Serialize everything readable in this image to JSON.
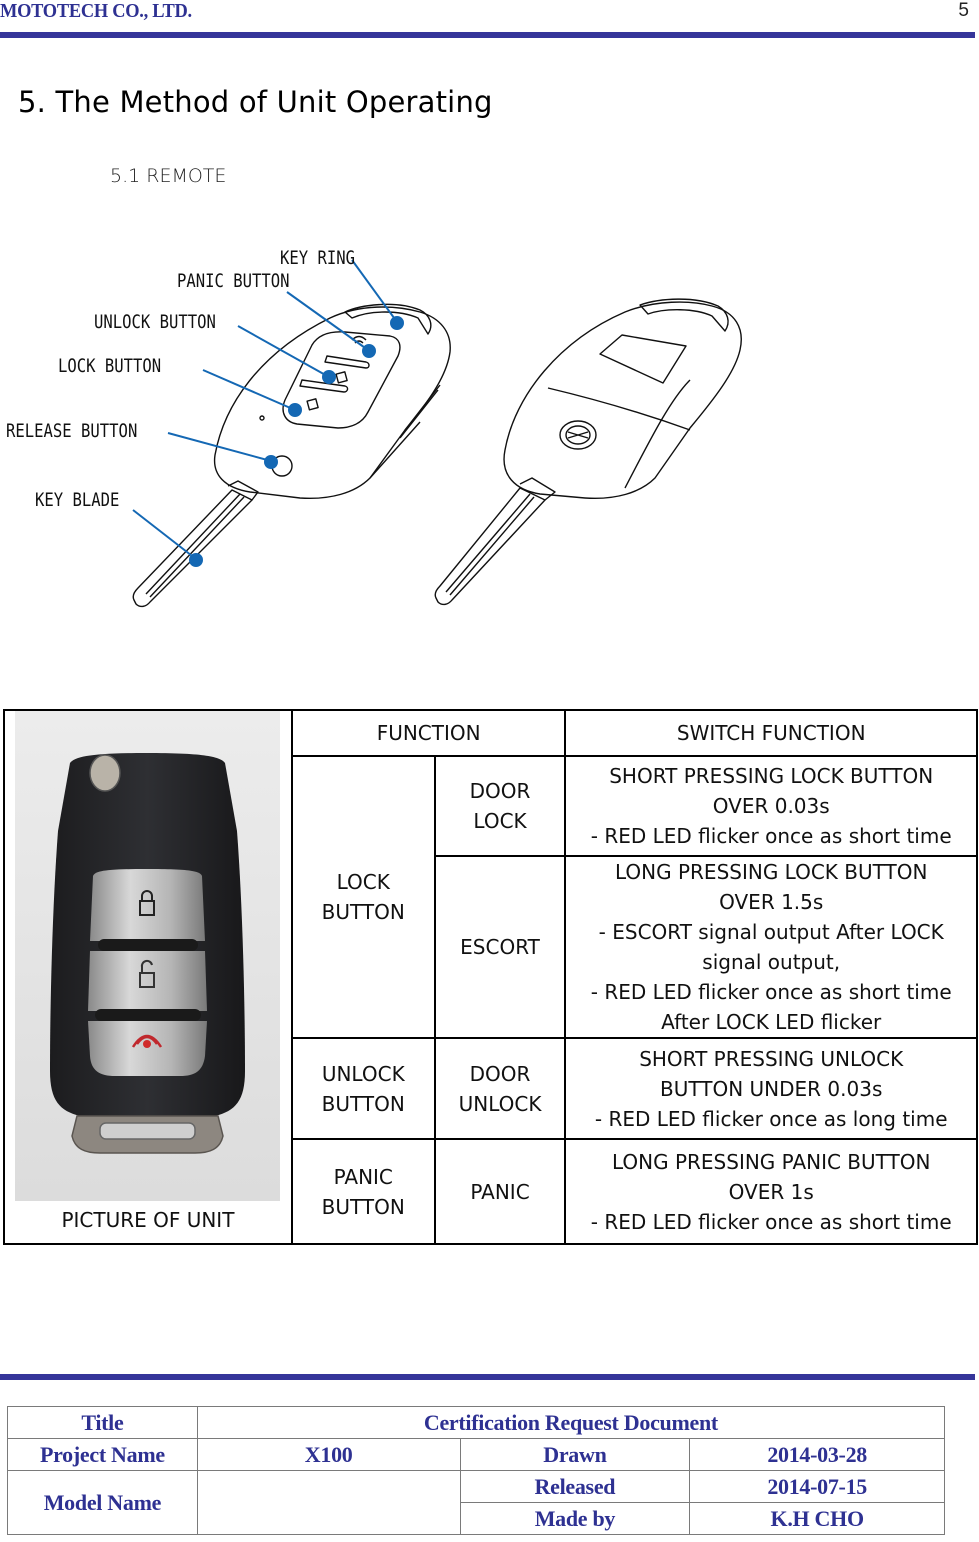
{
  "header": {
    "company": "MOTOTECH CO., LTD.",
    "page_number": "5",
    "rule_color": "#35359a"
  },
  "section": {
    "title": "5. The Method of Unit Operating",
    "subtitle": "5.1 REMOTE"
  },
  "diagram": {
    "callout_color": "#1468b4",
    "callouts": [
      {
        "label": "KEY RING"
      },
      {
        "label": "PANIC BUTTON"
      },
      {
        "label": "UNLOCK BUTTON"
      },
      {
        "label": "LOCK BUTTON"
      },
      {
        "label": "RELEASE BUTTON"
      },
      {
        "label": "KEY BLADE"
      }
    ]
  },
  "function_table": {
    "photo_caption": "PICTURE OF UNIT",
    "headers": {
      "function": "FUNCTION",
      "switch_function": "SWITCH FUNCTION"
    },
    "groups": [
      {
        "button": "LOCK\nBUTTON",
        "rows": [
          {
            "function": "DOOR\nLOCK",
            "description": [
              "SHORT PRESSING LOCK BUTTON",
              "OVER 0.03s",
              "- RED LED flicker once as short time"
            ]
          },
          {
            "function": "ESCORT",
            "description": [
              "LONG PRESSING LOCK BUTTON",
              "OVER 1.5s",
              "- ESCORT signal output After LOCK",
              "signal output,",
              "- RED LED flicker once as short time",
              "After LOCK LED flicker"
            ]
          }
        ]
      },
      {
        "button": "UNLOCK\nBUTTON",
        "rows": [
          {
            "function": "DOOR\nUNLOCK",
            "description": [
              "SHORT PRESSING UNLOCK",
              "BUTTON UNDER 0.03s",
              "- RED LED flicker once as long time"
            ]
          }
        ]
      },
      {
        "button": "PANIC\nBUTTON",
        "rows": [
          {
            "function": "PANIC",
            "description": [
              "LONG PRESSING PANIC BUTTON",
              "OVER 1s",
              "- RED LED flicker once as short time"
            ]
          }
        ]
      }
    ]
  },
  "footer": {
    "rule_color": "#35359a",
    "text_color": "#2e3192",
    "title_label": "Title",
    "title_value": "Certification Request Document",
    "project_label": "Project Name",
    "project_value": "X100",
    "drawn_label": "Drawn",
    "drawn_value": "2014-03-28",
    "model_label": "Model Name",
    "model_value": "",
    "released_label": "Released",
    "released_value": "2014-07-15",
    "madeby_label": "Made by",
    "madeby_value": "K.H CHO"
  }
}
